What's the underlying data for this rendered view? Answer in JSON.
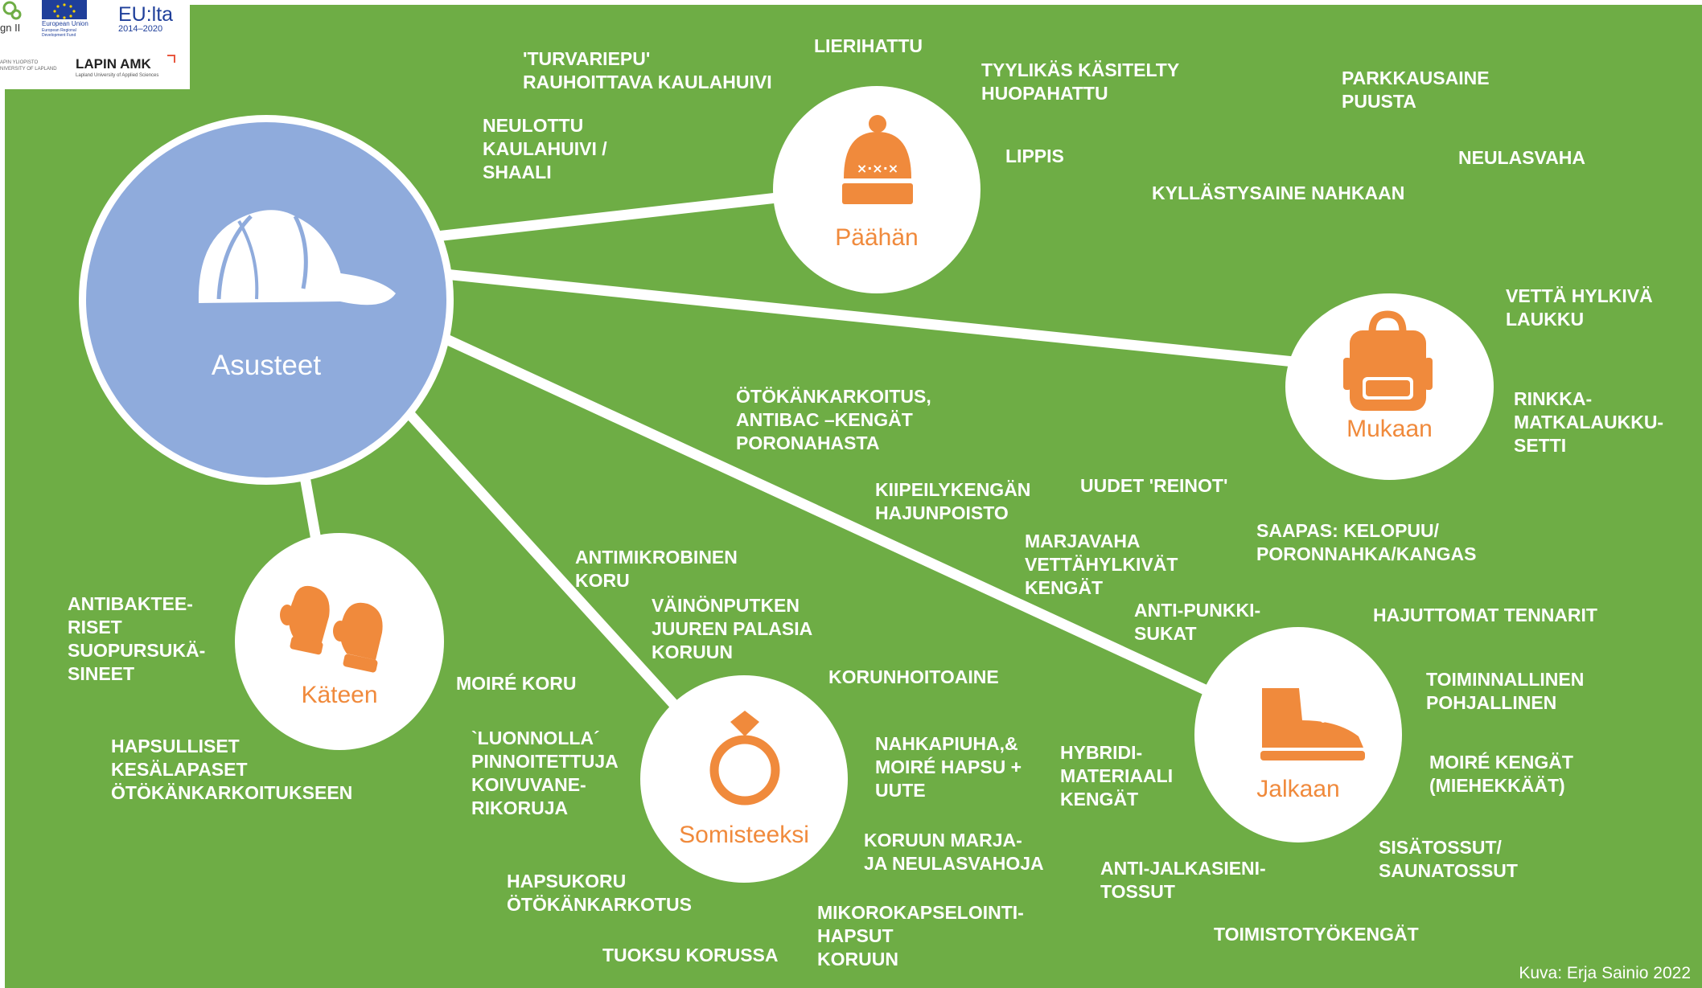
{
  "colors": {
    "background": "#6ead45",
    "accent": "#f08a3c",
    "center": "#8fabdc",
    "text": "#ffffff"
  },
  "logos": {
    "partial_left": "gn II",
    "eu_line1": "European Union",
    "eu_line2": "European Regional",
    "eu_line3": "Development Fund",
    "eulta": "EU:lta",
    "years": "2014–2020",
    "uni_line1": "APIN YLIOPISTO",
    "uni_line2": "NIVERSITY OF LAPLAND",
    "lapin_amk": "LAPIN AMK",
    "lapin_amk_sub": "Lapland University of Applied Sciences"
  },
  "nodes": {
    "center": {
      "label": "Asusteet",
      "icon": "cap-icon"
    },
    "head": {
      "label": "Päähän",
      "icon": "beanie-icon"
    },
    "carry": {
      "label": "Mukaan",
      "icon": "backpack-icon"
    },
    "hands": {
      "label": "Käteen",
      "icon": "mittens-icon"
    },
    "jewelry": {
      "label": "Somisteeksi",
      "icon": "ring-icon"
    },
    "feet": {
      "label": "Jalkaan",
      "icon": "boot-icon"
    }
  },
  "labels": {
    "turvariepu": "'TURVARIEPU'\nRAUHOITTAVA KAULAHUIVI",
    "lierihattu": "LIERIHATTU",
    "tyylikas": "TYYLIKÄS KÄSITELTY\nHUOPAHATTU",
    "parkkausaine": "PARKKAUSAINE\nPUUSTA",
    "neulottu": "NEULOTTU\nKAULAHUIVI /\nSHAALI",
    "lippis": "LIPPIS",
    "neulasvaha": "NEULASVAHA",
    "kyllastysaine": "KYLLÄSTYSAINE NAHKAAN",
    "vetta_hylkiva": "VETTÄ HYLKIVÄ\nLAUKKU",
    "rinkka": "RINKKA-\nMATKALAUKKU-\nSETTI",
    "otokankarkoitus_antibac": "ÖTÖKÄNKARKOITUS,\nANTIBAC –KENGÄT\nPORONAHASTA",
    "kiipeily": "KIIPEILYKENGÄN\nHAJUNPOISTO",
    "uudet_reinot": "UUDET 'REINOT'",
    "marjavaha": "MARJAVAHA\nVETTÄHYLKIVÄT\nKENGÄT",
    "saapas": "SAAPAS: KELOPUU/\nPORONNAHKA/KANGAS",
    "antimikrobinen": "ANTIMIKROBINEN\nKORU",
    "antibakteeriset": "ANTIBAKTEE-\nRISET\nSUOPURSUKÄ-\nSINEET",
    "vainonputken": "VÄINÖNPUTKEN\nJUUREN PALASIA\nKORUUN",
    "anti_punkki": "ANTI-PUNKKI-\nSUKAT",
    "hajuttomat": "HAJUTTOMAT TENNARIT",
    "moire_koru": "MOIRÉ KORU",
    "korunhoitoaine": "KORUNHOITOAINE",
    "toiminnallinen": "TOIMINNALLINEN\nPOHJALLINEN",
    "hapsulliset": "HAPSULLISET\nKESÄLAPASET\nÖTÖKÄNKARKOITUKSEEN",
    "luonnolla": "`LUONNOLLA´\nPINNOITETTUJA\nKOIVUVANE-\nRIKORUJA",
    "nahkapiuha": "NAHKAPIUHA,&\nMOIRÉ HAPSU +\nUUTE",
    "hybridi": "HYBRIDI-\nMATERIAALI\nKENGÄT",
    "moire_kengat": "MOIRÉ KENGÄT\n(MIEHEKKÄÄT)",
    "koruun_marja": "KORUUN MARJA-\nJA NEULASVAHOJA",
    "sisatossut": "SISÄTOSSUT/\nSAUNATOSSUT",
    "anti_jalkasieni": "ANTI-JALKASIENI-\nTOSSUT",
    "hapsukoru": "HAPSUKORU\nÖTÖKÄNKARKOTUS",
    "mikrokapselointi": "MIKOROKAPSELOINTI-\nHAPSUT\nKORUUN",
    "toimistotyokengat": "TOIMISTOTYÖKENGÄT",
    "tuoksu": "TUOKSU KORUSSA"
  },
  "credit": "Kuva: Erja Sainio 2022"
}
